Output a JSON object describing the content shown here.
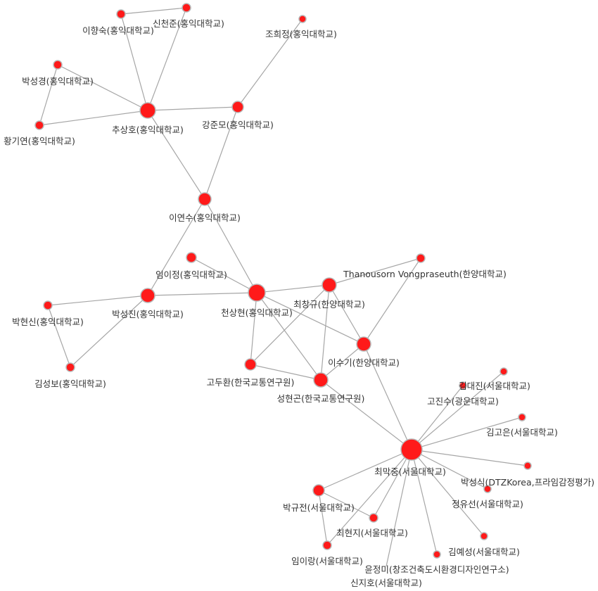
{
  "colors": {
    "node_fill": "#ff1a1a",
    "node_stroke": "#b7b7b7",
    "edge": "#a6a6a6",
    "label": "#333333"
  },
  "nodes": [
    {
      "id": "n_top_a",
      "label": ""
    },
    {
      "id": "n_sinjun",
      "label": "신천준(홍익대학교)"
    },
    {
      "id": "n_ihyangsuk",
      "label": "이향숙(홍익대학교)"
    },
    {
      "id": "n_johuijeong",
      "label": "조희정(홍익대학교)"
    },
    {
      "id": "n_pakseonggyeong",
      "label": "박성경(홍익대학교)"
    },
    {
      "id": "n_chusangho",
      "label": "추상호(홍익대학교)"
    },
    {
      "id": "n_gangjunmo",
      "label": "강준모(홍익대학교)"
    },
    {
      "id": "n_hwanggiyeon",
      "label": "황기연(홍익대학교)"
    },
    {
      "id": "n_iyeonsu",
      "label": "이연수(홍익대학교)"
    },
    {
      "id": "n_imijeong",
      "label": "임이정(홍익대학교)"
    },
    {
      "id": "n_thanousorn",
      "label": "Thanousorn Vongpraseuth(한양대학교)"
    },
    {
      "id": "n_cheonsanghyeon",
      "label": "천상현(홍익대학교)"
    },
    {
      "id": "n_choechanggyu",
      "label": "최창규(한양대학교)"
    },
    {
      "id": "n_pakhyeonsin",
      "label": "박현신(홍익대학교)"
    },
    {
      "id": "n_pakseongjin",
      "label": "박성진(홍익대학교)"
    },
    {
      "id": "n_isugi",
      "label": "이수기(한양대학교)"
    },
    {
      "id": "n_godohwan",
      "label": "고두환(한국교통연구원)"
    },
    {
      "id": "n_gimseongbo",
      "label": "김성보(홍익대학교)"
    },
    {
      "id": "n_seonghyeongon",
      "label": "성현곤(한국교통연구원)"
    },
    {
      "id": "n_gimdaejin",
      "label": "김대진(서울대학교)"
    },
    {
      "id": "n_gojinsu",
      "label": "고진수(광운대학교)"
    },
    {
      "id": "n_gimgoeun",
      "label": "김고은(서울대학교)"
    },
    {
      "id": "n_choemakjung",
      "label": "최막중(서울대학교)"
    },
    {
      "id": "n_paksikseok",
      "label": "박성식(DTZKorea,프라임감정평가)"
    },
    {
      "id": "n_pakgyujeon",
      "label": "박규전(서울대학교)"
    },
    {
      "id": "n_jeongyuseon",
      "label": "정유선(서울대학교)"
    },
    {
      "id": "n_choehyeonji",
      "label": "최현지(서울대학교)"
    },
    {
      "id": "n_gimyeseong",
      "label": "김예성(서울대학교)"
    },
    {
      "id": "n_imirang",
      "label": "임이랑(서울대학교)"
    },
    {
      "id": "n_yunjeongmi",
      "label": "윤정미(창조건축도시환경디자인연구소)"
    },
    {
      "id": "n_sinjiho",
      "label": "신지호(서울대학교)"
    }
  ]
}
